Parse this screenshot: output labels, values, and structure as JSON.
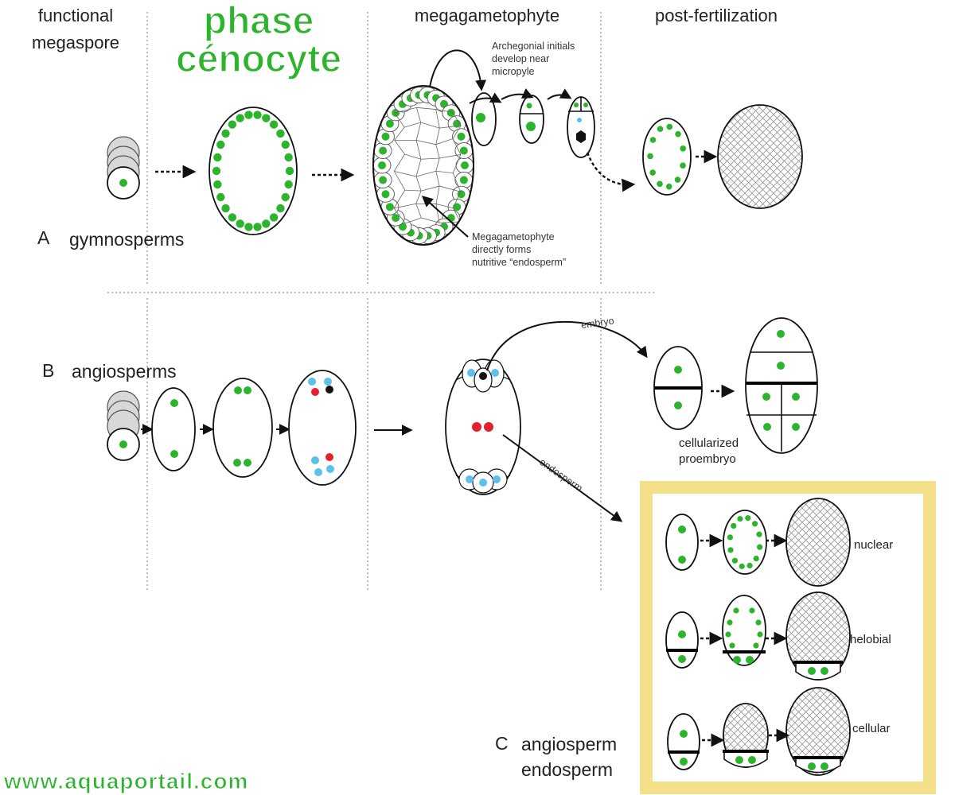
{
  "headers": {
    "functional_line1": "functional",
    "functional_line2": "megaspore",
    "phase_line1": "phase",
    "phase_line2": "cénocyte",
    "megagametophyte": "megagametophyte",
    "post_fertilization": "post-fertilization"
  },
  "section_a": {
    "letter": "A",
    "label": "gymnosperms",
    "note_archegonial": [
      "Archegonial initials",
      "develop near",
      "micropyle"
    ],
    "note_megagametophyte": [
      "Megagametophyte",
      "directly forms",
      "nutritive “endosperm”"
    ]
  },
  "section_b": {
    "letter": "B",
    "label": "angiosperms",
    "embryo_label": "embryo",
    "endosperm_label": "endosperm",
    "proembryo_line1": "cellularized",
    "proembryo_line2": "proembryo"
  },
  "section_c": {
    "letter": "C",
    "label_line1": "angiosperm",
    "label_line2": "endosperm",
    "types": [
      "nuclear",
      "helobial",
      "cellular"
    ]
  },
  "watermark": "www.aquaportail.com",
  "colors": {
    "green": "#2db42d",
    "blue": "#5bc0ec",
    "red": "#e4202a",
    "panel_border": "#f5e08a",
    "watermark_green": "#2db42d"
  }
}
